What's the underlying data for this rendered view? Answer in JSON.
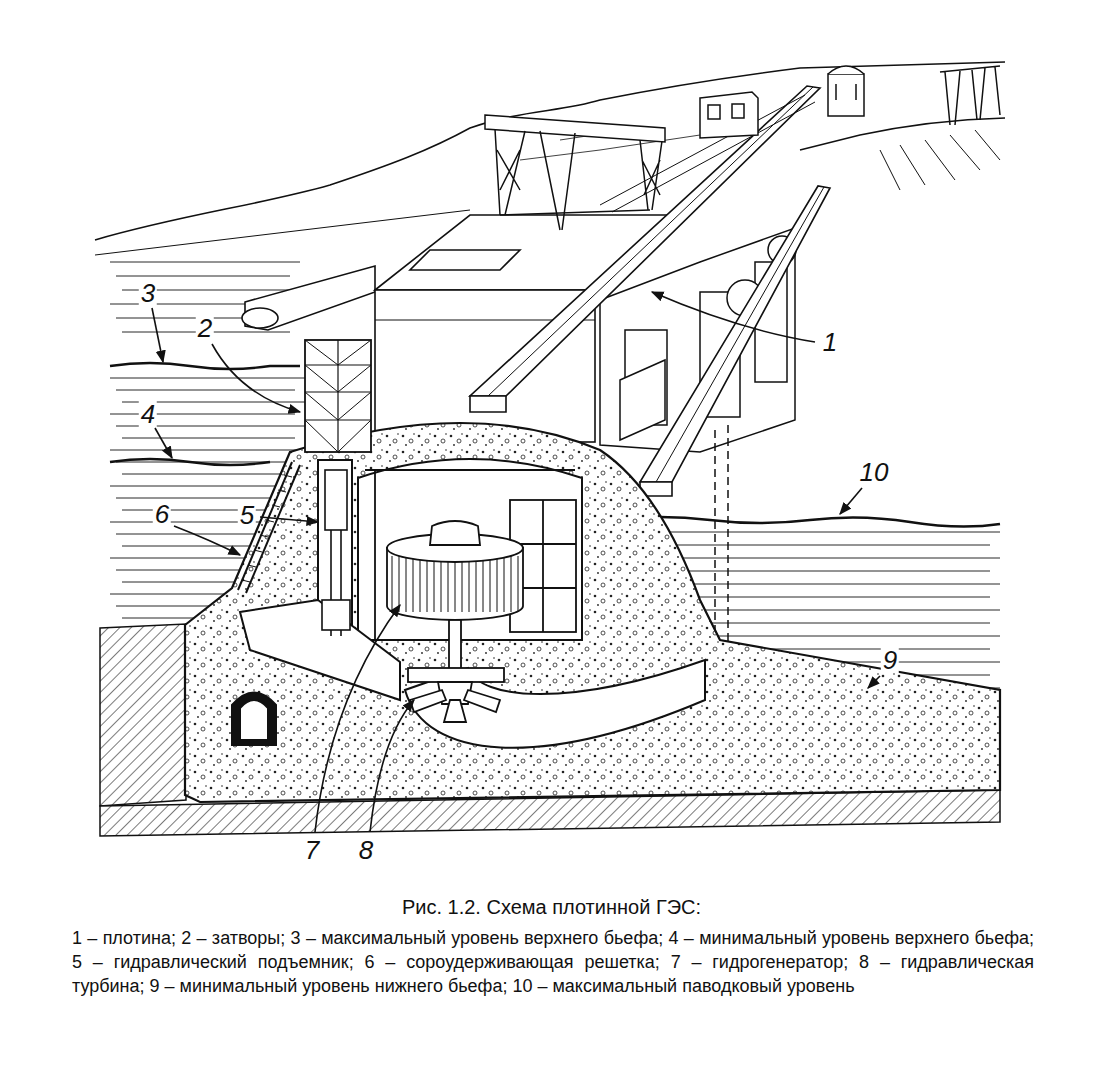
{
  "diagram": {
    "title": "Рис. 1.2. Схема плотинной ГЭС:",
    "caption": "1 – плотина; 2 – затворы; 3 – максимальный уровень верхнего бьефа; 4 – минимальный уровень верхнего бьефа; 5 – гидравлический подъемник; 6 – сороудерживающая решетка; 7 – гидрогенератор; 8 – гидравлическая турбина; 9 – минимальный уровень нижнего бьефа; 10 – максимальный паводковый уровень",
    "labels": [
      "3",
      "2",
      "1",
      "4",
      "6",
      "5",
      "10",
      "9",
      "7",
      "8"
    ]
  }
}
